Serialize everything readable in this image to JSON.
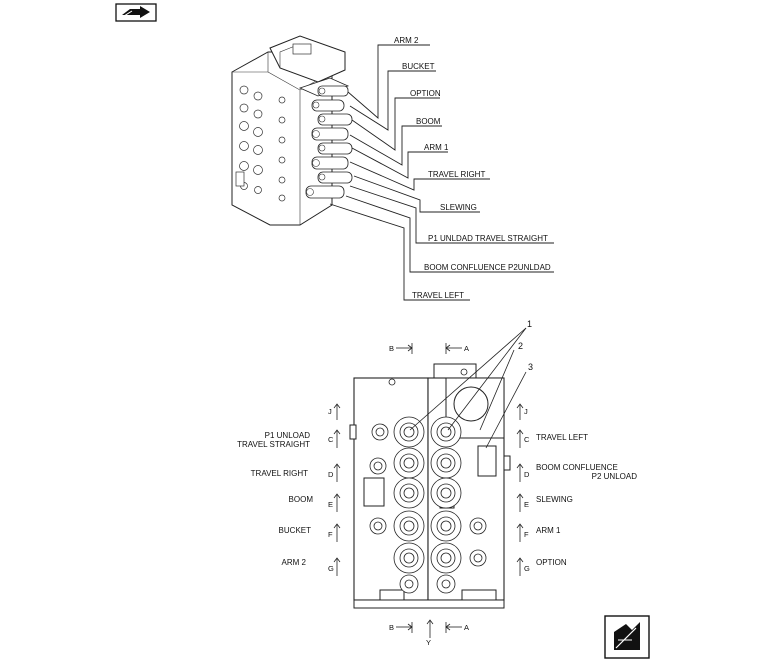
{
  "top_labels": {
    "arm2": "ARM 2",
    "bucket": "BUCKET",
    "option": "OPTION",
    "boom": "BOOM",
    "arm1": "ARM 1",
    "travel_right": "TRAVEL RIGHT",
    "slewing": "SLEWING",
    "p1_unload": "P1 UNLDAD TRAVEL STRAIGHT",
    "boom_confluence": "BOOM CONFLUENCE P2UNLDAD",
    "travel_left": "TRAVEL LEFT"
  },
  "left_labels": {
    "p1_unload_line1": "P1 UNLOAD",
    "p1_unload_line2": "TRAVEL STRAIGHT",
    "travel_right": "TRAVEL RIGHT",
    "boom": "BOOM",
    "bucket": "BUCKET",
    "arm2": "ARM 2"
  },
  "right_labels": {
    "travel_left": "TRAVEL LEFT",
    "boom_confluence_line1": "BOOM CONFLUENCE",
    "boom_confluence_line2": "P2 UNLOAD",
    "slewing": "SLEWING",
    "arm1": "ARM 1",
    "option": "OPTION"
  },
  "section_letters": {
    "left": [
      "J",
      "C",
      "D",
      "E",
      "F",
      "G"
    ],
    "right": [
      "J",
      "C",
      "D",
      "E",
      "F",
      "G"
    ],
    "top_b": "B",
    "top_a": "A",
    "bottom_b": "B",
    "bottom_a": "A",
    "bottom_y": "Y"
  },
  "callouts": [
    "1",
    "2",
    "3"
  ],
  "icons": {
    "top_left": "page-back-arrow-icon",
    "bottom_right": "page-forward-arrow-icon"
  }
}
